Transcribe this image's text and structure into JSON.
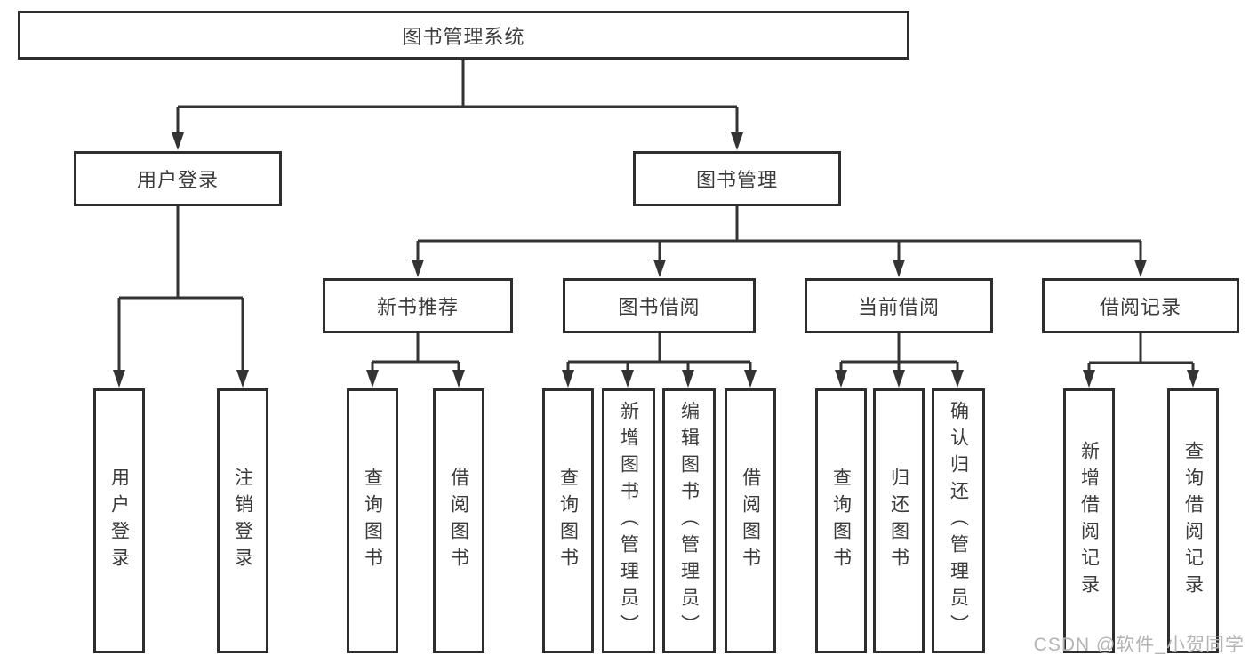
{
  "tree": {
    "label": "图书管理系统",
    "children": [
      {
        "label": "用户登录",
        "children": [
          {
            "label": "用户登录"
          },
          {
            "label": "注销登录"
          }
        ]
      },
      {
        "label": "图书管理",
        "children": [
          {
            "label": "新书推荐",
            "children": [
              {
                "label": "查询图书"
              },
              {
                "label": "借阅图书"
              }
            ]
          },
          {
            "label": "图书借阅",
            "children": [
              {
                "label": "查询图书"
              },
              {
                "label": "新增图书（管理员）"
              },
              {
                "label": "编辑图书（管理员）"
              },
              {
                "label": "借阅图书"
              }
            ]
          },
          {
            "label": "当前借阅",
            "children": [
              {
                "label": "查询图书"
              },
              {
                "label": "归还图书"
              },
              {
                "label": "确认归还（管理员）"
              }
            ]
          },
          {
            "label": "借阅记录",
            "children": [
              {
                "label": "新增借阅记录"
              },
              {
                "label": "查询借阅记录"
              }
            ]
          }
        ]
      }
    ]
  },
  "watermark": {
    "text": "CSDN @软件_小贺同学"
  },
  "colors": {
    "background": "#ffffff",
    "line": "#333333",
    "box_border": "#2e2e2e",
    "text": "#3b3b3b",
    "watermark": "#b4b4b4"
  }
}
